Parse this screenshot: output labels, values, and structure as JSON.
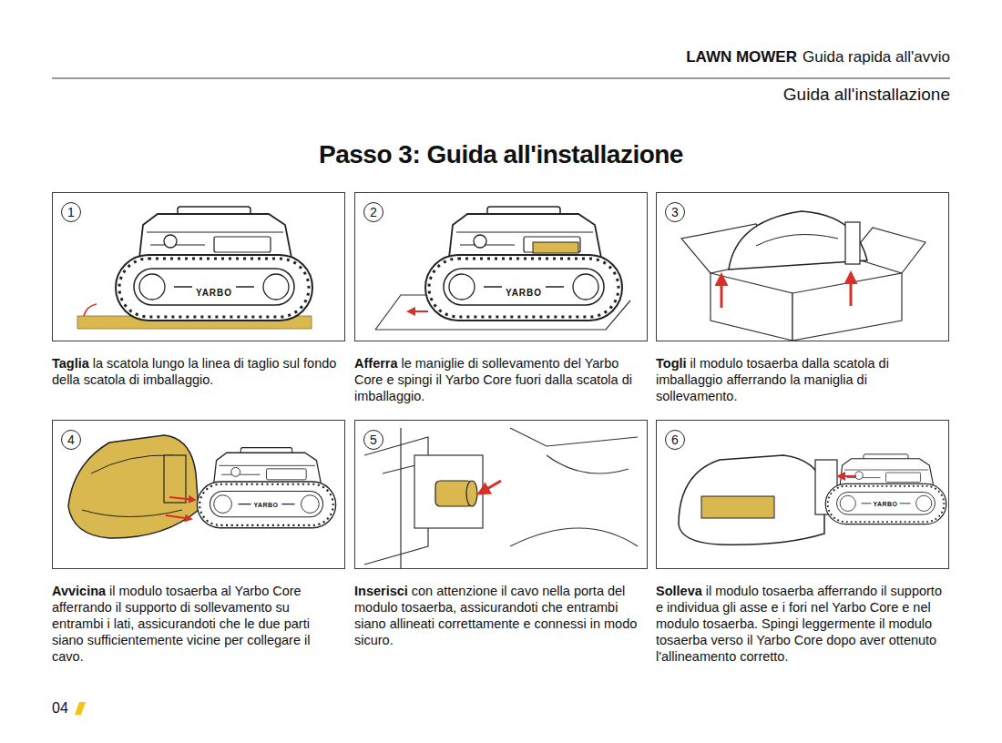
{
  "diagram": {
    "title": "Passo 3: Guida all'installazione",
    "nodes": [
      {
        "text": [
          "1",
          "Taglia",
          "la scatola lungo la linea di taglio sul fondo della scatola di imballaggio."
        ]
      },
      {
        "text": [
          "2",
          "Afferra",
          "le maniglie di sollevamento del Yarbo Core e spingi il Yarbo Core fuori dalla scatola di imballaggio."
        ]
      },
      {
        "text": [
          "3",
          "Togli",
          "il modulo tosaerba dalla scatola di imballaggio afferrando la maniglia di sollevamento."
        ]
      },
      {
        "text": [
          "4",
          "Avvicina",
          "il modulo tosaerba al Yarbo Core afferrando il supporto di sollevamento su entrambi i lati, assicurandoti che le due parti siano sufficientemente vicine per collegare il cavo."
        ]
      },
      {
        "text": [
          "5",
          "Inserisci",
          "con attenzione il cavo nella porta del modulo tosaerba, assicurandoti che entrambi siano allineati correttamente e connessi in modo sicuro."
        ]
      },
      {
        "text": [
          "6",
          "Solleva",
          "il modulo tosaerba afferrando il supporto e individua gli asse e i fori nel Yarbo Core e nel modulo tosaerba. Spingi leggermente il modulo tosaerba verso il Yarbo Core dopo aver ottenuto l'allineamento corretto."
        ]
      }
    ],
    "labels": [
      "LAWN MOWER",
      "Guida rapida all'avvio",
      "Guida all'installazione",
      "YARBO",
      "YARBO",
      "YARBO",
      "YARBO",
      "04"
    ]
  }
}
